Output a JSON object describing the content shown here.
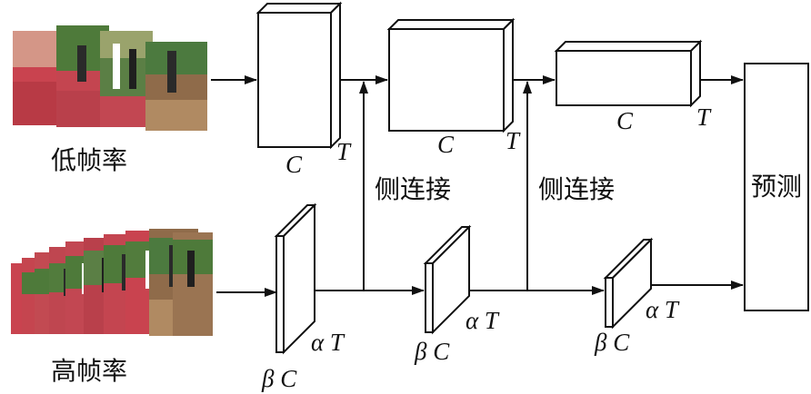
{
  "inputs": {
    "low_frame_rate_label": "低帧率",
    "high_frame_rate_label": "高帧率"
  },
  "slow_path": {
    "block1": {
      "c_label": "C",
      "t_label": "T"
    },
    "block2": {
      "c_label": "C",
      "t_label": "T"
    },
    "block3": {
      "c_label": "C",
      "t_label": "T"
    }
  },
  "fast_path": {
    "block1": {
      "c_label": "β C",
      "t_label": "α T"
    },
    "block2": {
      "c_label": "β C",
      "t_label": "α T"
    },
    "block3": {
      "c_label": "β C",
      "t_label": "α T"
    }
  },
  "lateral_connection_label_1": "侧连接",
  "lateral_connection_label_2": "侧连接",
  "prediction_label": "预测",
  "colors": {
    "track_red": "#c9434f",
    "grass_green": "#4e7a3a",
    "stroke": "#111111"
  }
}
